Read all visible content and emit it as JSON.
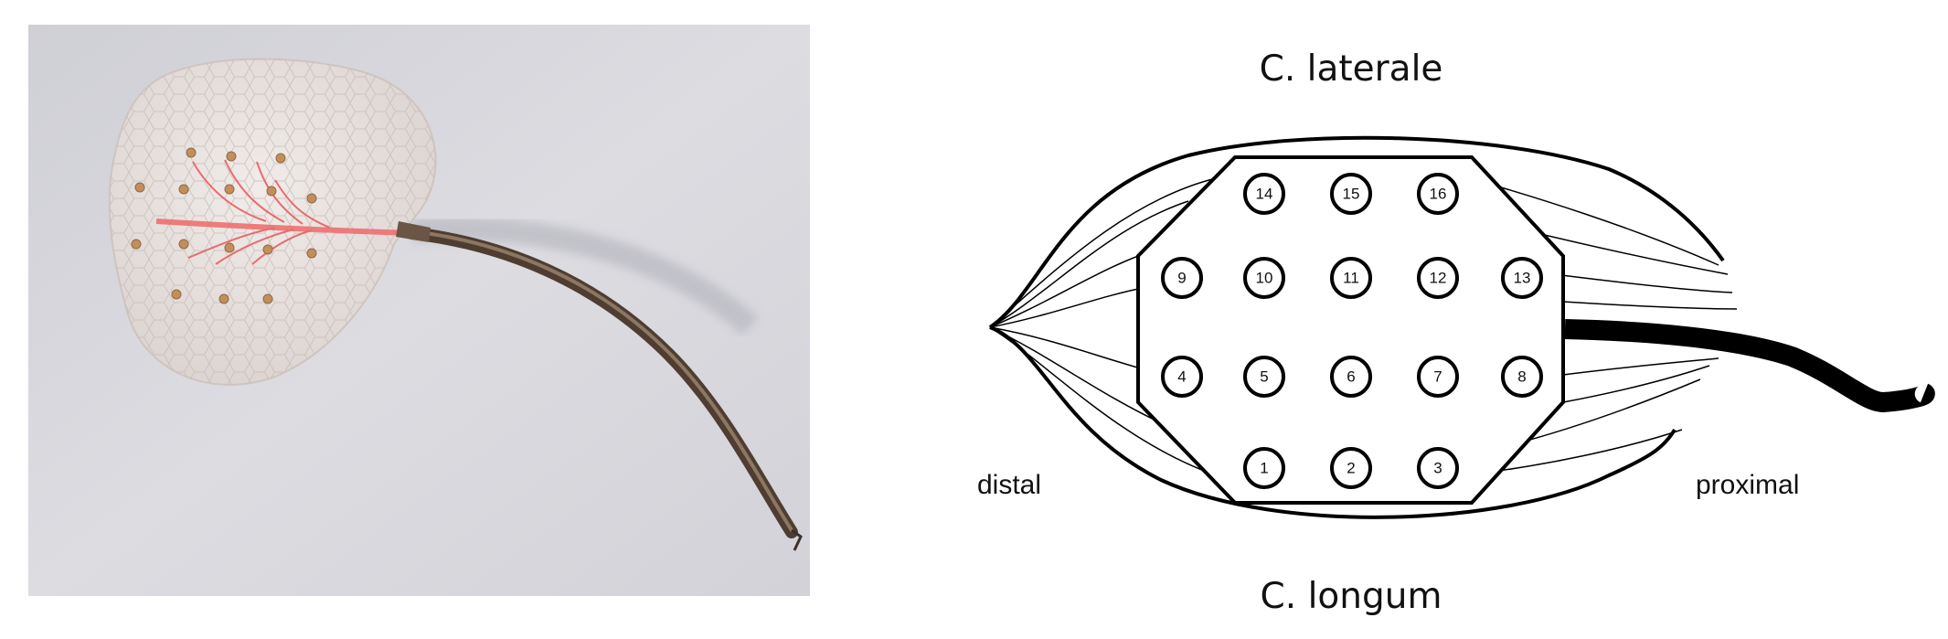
{
  "labels": {
    "top": "C. laterale",
    "bottom": "C. longum",
    "left": "distal",
    "right": "proximal"
  },
  "electrodes": [
    {
      "n": "1",
      "row": 4,
      "col": 1
    },
    {
      "n": "2",
      "row": 4,
      "col": 2
    },
    {
      "n": "3",
      "row": 4,
      "col": 3
    },
    {
      "n": "4",
      "row": 3,
      "col": 0
    },
    {
      "n": "5",
      "row": 3,
      "col": 1
    },
    {
      "n": "6",
      "row": 3,
      "col": 2
    },
    {
      "n": "7",
      "row": 3,
      "col": 3
    },
    {
      "n": "8",
      "row": 3,
      "col": 4
    },
    {
      "n": "9",
      "row": 2,
      "col": 0
    },
    {
      "n": "10",
      "row": 2,
      "col": 1
    },
    {
      "n": "11",
      "row": 2,
      "col": 2
    },
    {
      "n": "12",
      "row": 2,
      "col": 3
    },
    {
      "n": "13",
      "row": 2,
      "col": 4
    },
    {
      "n": "14",
      "row": 1,
      "col": 1
    },
    {
      "n": "15",
      "row": 1,
      "col": 2
    },
    {
      "n": "16",
      "row": 1,
      "col": 3
    }
  ],
  "colors": {
    "photo_background": "#d9d9de",
    "film": "#ece6e2",
    "wire": "#e84a4a",
    "cable": "#5e4a3a",
    "line": "#000000"
  }
}
